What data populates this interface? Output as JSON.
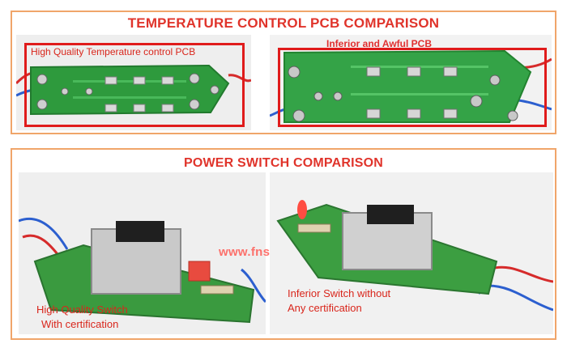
{
  "pcb_section": {
    "title": "TEMPERATURE CONTROL PCB COMPARISON",
    "good_label": "High Quality Temperature control PCB",
    "bad_label": "Inferior and Awful PCB"
  },
  "switch_section": {
    "title": "POWER SWITCH COMPARISON",
    "good_label_line1": "High Quality Switch",
    "good_label_line2": "With certification",
    "bad_label_line1": "Inferior Switch without",
    "bad_label_line2": "Any certification",
    "watermark": "www.fnsign.com"
  },
  "colors": {
    "title_red": "#e0342b",
    "frame_orange": "#f0a56a",
    "pcb_green": "#2f9a3c",
    "highlight_red": "#e01b1b"
  }
}
